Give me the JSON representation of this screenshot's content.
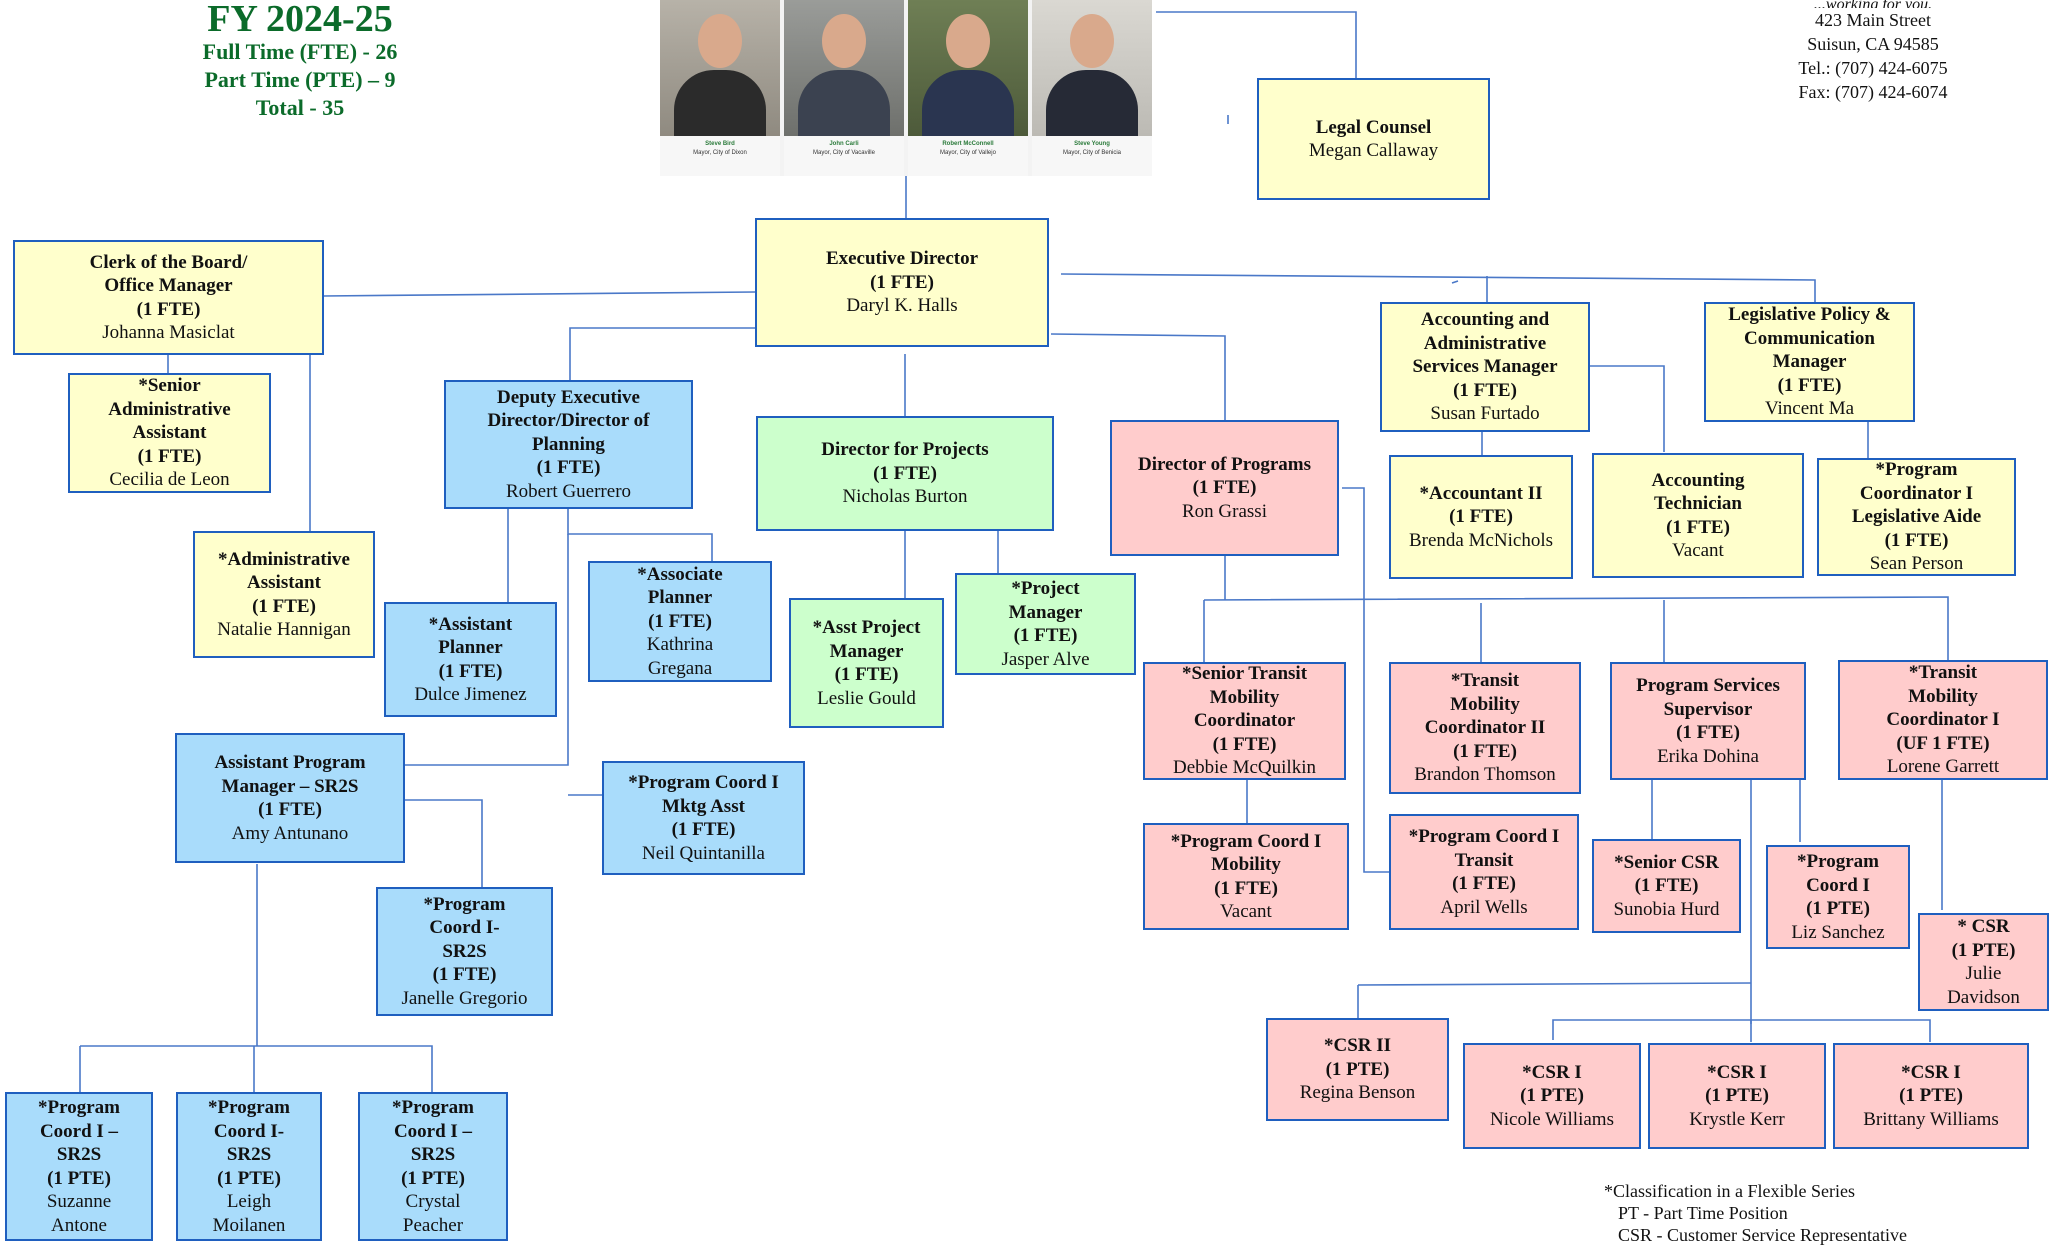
{
  "header": {
    "fiscal_year": "FY 2024-25",
    "full_time": "Full Time (FTE) - 26",
    "part_time": "Part Time (PTE) – 9",
    "total": "Total -  35"
  },
  "address": {
    "tagline": "...working for you.",
    "street": "423 Main Street",
    "city": "Suisun, CA 94585",
    "tel": "Tel.: (707) 424-6075",
    "fax": "Fax: (707) 424-6074"
  },
  "board_photos": [
    {
      "name": "Steve Bird",
      "role": "Mayor, City of Dixon"
    },
    {
      "name": "John Carli",
      "role": "Mayor, City of Vacaville"
    },
    {
      "name": "Robert McConnell",
      "role": "Mayor, City of Vallejo"
    },
    {
      "name": "Steve Young",
      "role": "Mayor, City of Benicia"
    }
  ],
  "positions": {
    "legal": {
      "title": "Legal Counsel",
      "name": "Megan Callaway"
    },
    "exec": {
      "title": "Executive Director",
      "fte": "(1 FTE)",
      "name": "Daryl K. Halls"
    },
    "clerk": {
      "title": "Clerk of the Board/\nOffice Manager",
      "fte": "(1 FTE)",
      "name": "Johanna Masiclat"
    },
    "sraa": {
      "title": "*Senior\nAdministrative\nAssistant",
      "fte": "(1 FTE)",
      "name": "Cecilia de Leon"
    },
    "aa": {
      "title": "*Administrative\nAssistant",
      "fte": "(1 FTE)",
      "name": "Natalie Hannigan"
    },
    "deputy": {
      "title": "Deputy Executive\nDirector/Director of\nPlanning",
      "fte": "(1 FTE)",
      "name": "Robert Guerrero"
    },
    "asstplan": {
      "title": "*Assistant\nPlanner",
      "fte": "(1 FTE)",
      "name": "Dulce Jimenez"
    },
    "assocplan": {
      "title": "*Associate\nPlanner",
      "fte": "(1 FTE)",
      "name": "Kathrina\nGregana"
    },
    "apm": {
      "title": "Assistant Program\nManager – SR2S",
      "fte": "(1 FTE)",
      "name": "Amy Antunano"
    },
    "pcmkt": {
      "title": "*Program Coord I\nMktg Asst",
      "fte": "(1 FTE)",
      "name": "Neil Quintanilla"
    },
    "pcsr2s": {
      "title": "*Program\nCoord I-\nSR2S",
      "fte": "(1 FTE)",
      "name": "Janelle Gregorio"
    },
    "pc1": {
      "title": "*Program\nCoord I –\nSR2S",
      "fte": "(1 PTE)",
      "name": "Suzanne\nAntone"
    },
    "pc2": {
      "title": "*Program\nCoord I-\nSR2S",
      "fte": "(1 PTE)",
      "name": "Leigh\nMoilanen"
    },
    "pc3": {
      "title": "*Program\nCoord I –\nSR2S",
      "fte": "(1 PTE)",
      "name": "Crystal\nPeacher"
    },
    "dirproj": {
      "title": "Director for Projects",
      "fte": "(1 FTE)",
      "name": "Nicholas Burton"
    },
    "apm2": {
      "title": "*Asst Project\nManager",
      "fte": "(1 FTE)",
      "name": "Leslie Gould"
    },
    "pm": {
      "title": "*Project\nManager",
      "fte": "(1 FTE)",
      "name": "Jasper Alve"
    },
    "dirprog": {
      "title": "Director of Programs",
      "fte": "(1 FTE)",
      "name": "Ron Grassi"
    },
    "stmc": {
      "title": "*Senior Transit\nMobility\nCoordinator",
      "fte": "(1 FTE)",
      "name": "Debbie McQuilkin"
    },
    "tmc2": {
      "title": "*Transit\nMobility\nCoordinator II",
      "fte": "(1 FTE)",
      "name": "Brandon Thomson"
    },
    "pss": {
      "title": "Program Services\nSupervisor",
      "fte": "(1 FTE)",
      "name": "Erika Dohina"
    },
    "tmc1": {
      "title": "*Transit\nMobility\nCoordinator I",
      "fte": "(UF 1 FTE)",
      "name": "Lorene Garrett"
    },
    "pcmob": {
      "title": "*Program Coord I\nMobility",
      "fte": "(1 FTE)",
      "name": "Vacant"
    },
    "pctran": {
      "title": "*Program Coord I\nTransit",
      "fte": "(1 FTE)",
      "name": "April Wells"
    },
    "scsr": {
      "title": "*Senior CSR",
      "fte": "(1 FTE)",
      "name": "Sunobia Hurd"
    },
    "pclz": {
      "title": "*Program\nCoord I",
      "fte": "(1 PTE)",
      "name": "Liz Sanchez"
    },
    "csrjd": {
      "title": "* CSR",
      "fte": "(1 PTE)",
      "name": "Julie\nDavidson"
    },
    "csr2": {
      "title": "*CSR II",
      "fte": "(1 PTE)",
      "name": "Regina Benson"
    },
    "csr1a": {
      "title": "*CSR I",
      "fte": "(1 PTE)",
      "name": "Nicole Williams"
    },
    "csr1b": {
      "title": "*CSR I",
      "fte": "(1 PTE)",
      "name": "Krystle Kerr"
    },
    "csr1c": {
      "title": "*CSR I",
      "fte": "(1 PTE)",
      "name": "Brittany Williams"
    },
    "acctmgr": {
      "title": "Accounting and\nAdministrative\nServices Manager",
      "fte": "(1 FTE)",
      "name": "Susan Furtado"
    },
    "legpol": {
      "title": "Legislative Policy &\nCommunication\nManager",
      "fte": "(1 FTE)",
      "name": "Vincent Ma"
    },
    "acct2": {
      "title": "*Accountant II",
      "fte": "(1 FTE)",
      "name": "Brenda McNichols"
    },
    "accttech": {
      "title": "Accounting\nTechnician",
      "fte": "(1 FTE)",
      "name": "Vacant"
    },
    "pclegis": {
      "title": "*Program\nCoordinator I\nLegislative Aide",
      "fte": "(1 FTE)",
      "name": "Sean Person"
    }
  },
  "footnotes": {
    "classification": "*Classification in a Flexible Series",
    "pt": "PT - Part Time Position",
    "csr": "CSR - Customer Service Representative"
  },
  "colors": {
    "yellow": "#ffffcc",
    "blue": "#a9dcfb",
    "green": "#ccffcc",
    "pink": "#ffcccc",
    "border": "#1f5fbf",
    "line": "#4a78c8",
    "title_green": "#0b6b2a"
  }
}
